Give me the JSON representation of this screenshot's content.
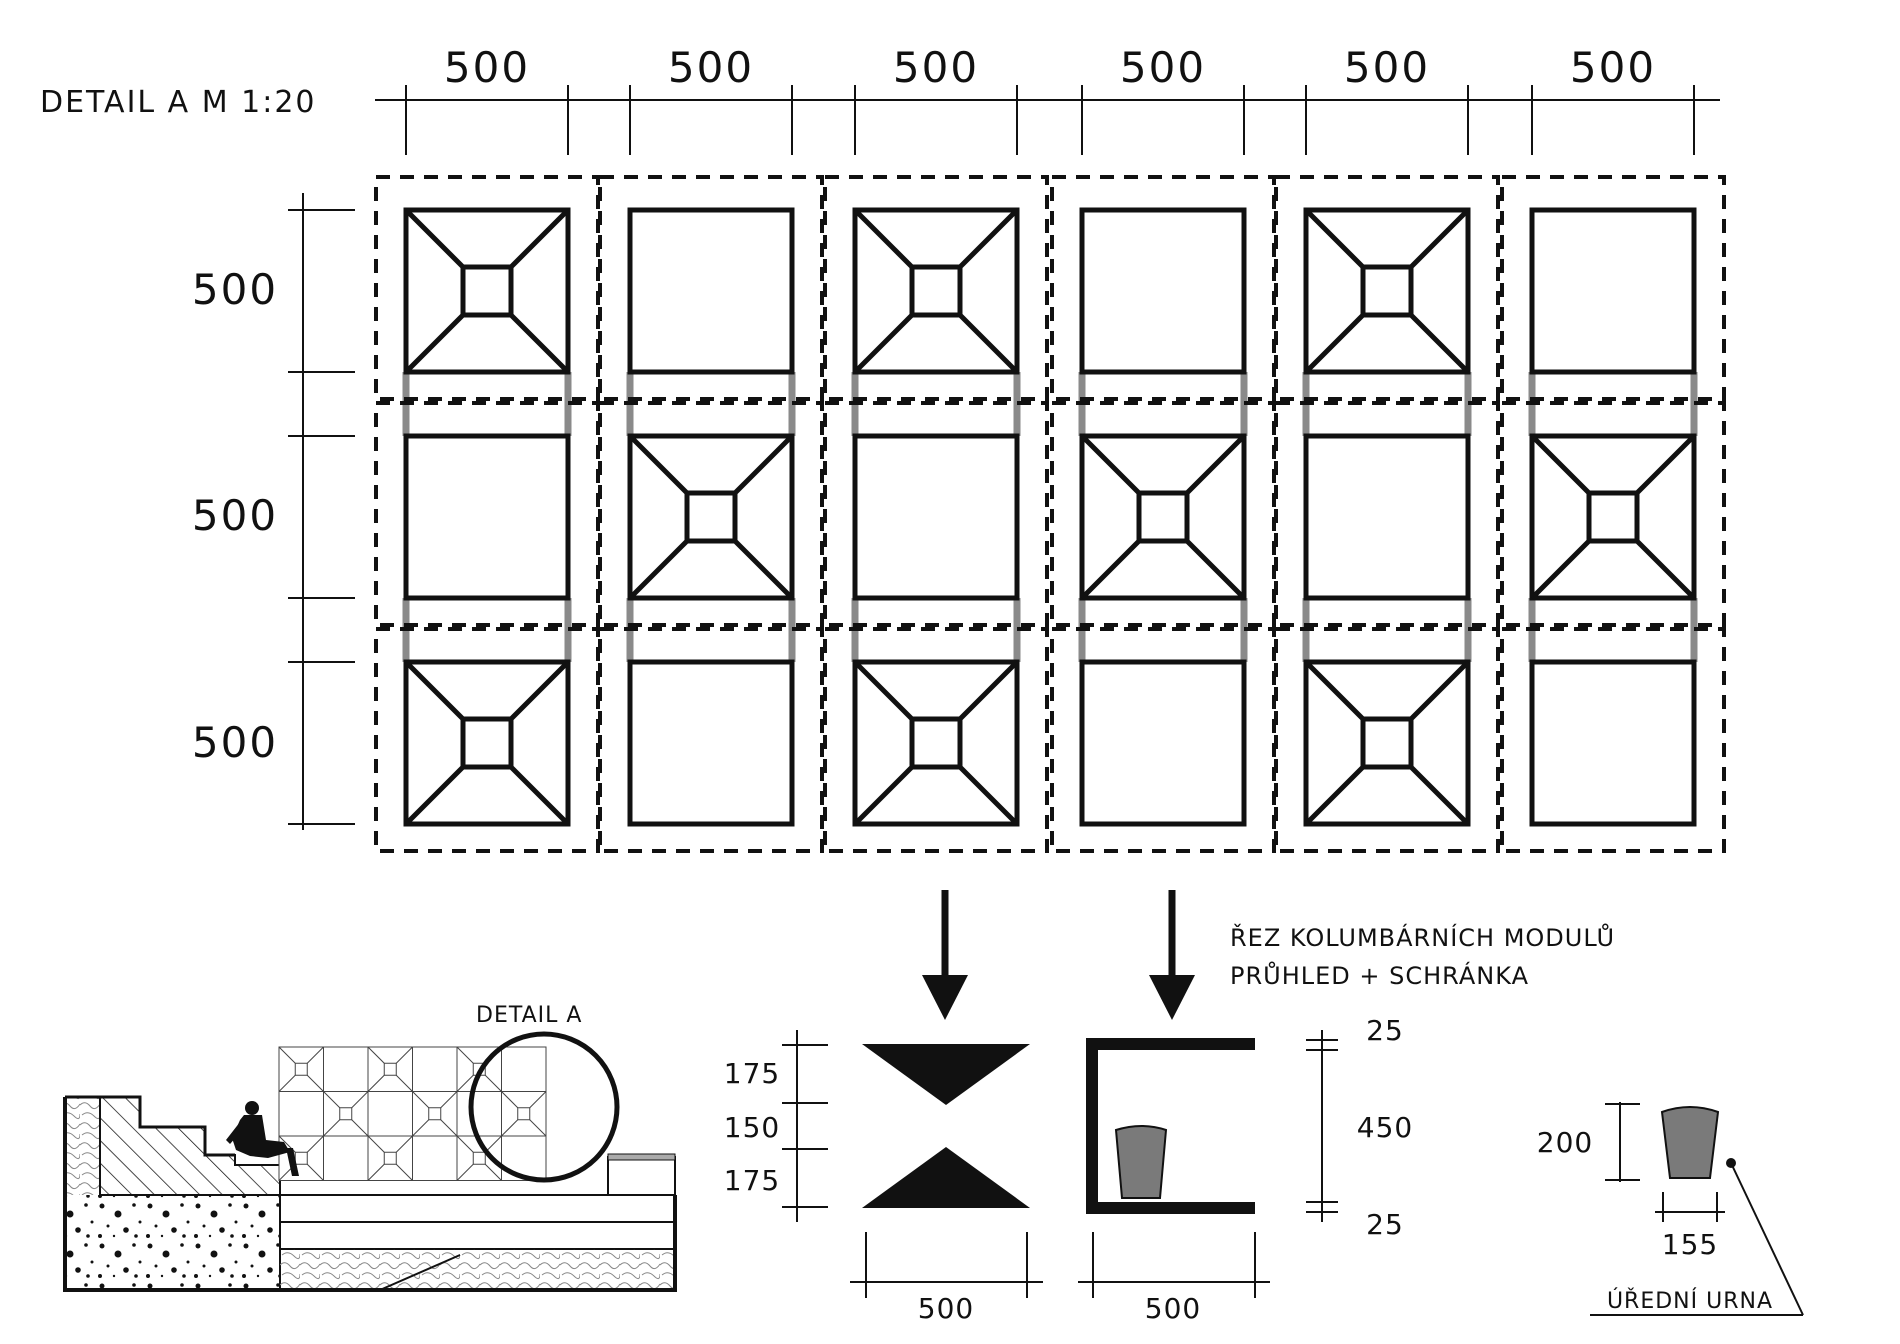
{
  "detail_title": "DETAIL A M 1:20",
  "top_dims": [
    "500",
    "500",
    "500",
    "500",
    "500",
    "500"
  ],
  "side_dims": [
    "500",
    "500",
    "500"
  ],
  "grid_pattern": [
    [
      "framed",
      "plain",
      "framed",
      "plain",
      "framed",
      "plain"
    ],
    [
      "plain",
      "framed",
      "plain",
      "framed",
      "plain",
      "framed"
    ],
    [
      "framed",
      "plain",
      "framed",
      "plain",
      "framed",
      "plain"
    ]
  ],
  "section": {
    "title_line1": "ŘEZ KOLUMBÁRNÍCH MODULŮ",
    "title_line2": "PRŮHLED + SCHRÁNKA",
    "left_dims": [
      "175",
      "150",
      "175"
    ],
    "left_width": "500",
    "right_dims": [
      "25",
      "450",
      "25"
    ],
    "right_width": "500"
  },
  "urn": {
    "height": "200",
    "width": "155",
    "label": "ÚŘEDNÍ URNA",
    "fill": "#7a7a7a"
  },
  "overview": {
    "label": "DETAIL A"
  },
  "colors": {
    "ink": "#111111",
    "joint": "#8a8a8a"
  }
}
